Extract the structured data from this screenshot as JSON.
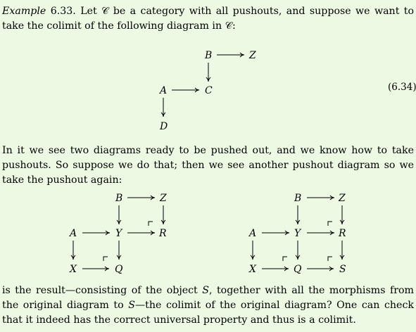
{
  "paragraph1": {
    "label": "Example",
    "number": "6.33.",
    "part1": "Let ",
    "cat1": "𝒞",
    "part2": " be a category with all pushouts, and suppose we want to take the colimit of the following diagram in ",
    "cat2": "𝒞",
    "part3": ":"
  },
  "diagram1": {
    "nodes": {
      "B": "B",
      "Z": "Z",
      "C": "C",
      "A": "A",
      "D": "D"
    },
    "equation_tag": "(6.34)"
  },
  "paragraph2": "In it we see two diagrams ready to be pushed out, and we know how to take pushouts. So suppose we do that; then we see another pushout diagram so we take the pushout again:",
  "diagram2": {
    "left": {
      "B": "B",
      "Z": "Z",
      "A": "A",
      "Y": "Y",
      "R": "R",
      "X": "X",
      "Q": "Q"
    },
    "right": {
      "B": "B",
      "Z": "Z",
      "A": "A",
      "Y": "Y",
      "R": "R",
      "X": "X",
      "Q": "Q",
      "S": "S"
    }
  },
  "paragraph3": {
    "part1": "is the result—consisting of the object ",
    "obj1": "S",
    "part2": ", together with all the morphisms from the original diagram to ",
    "obj2": "S",
    "part3": "—the colimit of the original diagram?  One can check that it indeed has the correct universal property and thus is a colimit."
  }
}
